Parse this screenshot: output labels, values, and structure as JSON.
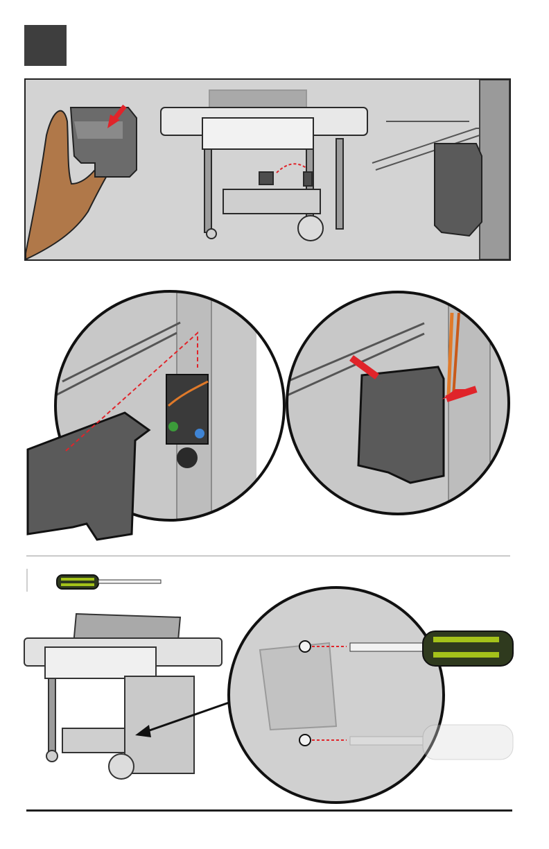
{
  "step": {
    "number": ""
  },
  "colors": {
    "badge": "#3e3e3e",
    "cover": "#5a5a5a",
    "arrow": "#e0242a",
    "grill_panel": "#c9c9c9",
    "wire_orange": "#e07a2a",
    "screwdriver_handle": "#2f3a1e",
    "screwdriver_stripe": "#a4c21a"
  },
  "icons": [
    "hand",
    "cover",
    "arrow",
    "grill",
    "screwdriver",
    "screw"
  ],
  "tools": [
    {
      "name": "screwdriver"
    }
  ]
}
